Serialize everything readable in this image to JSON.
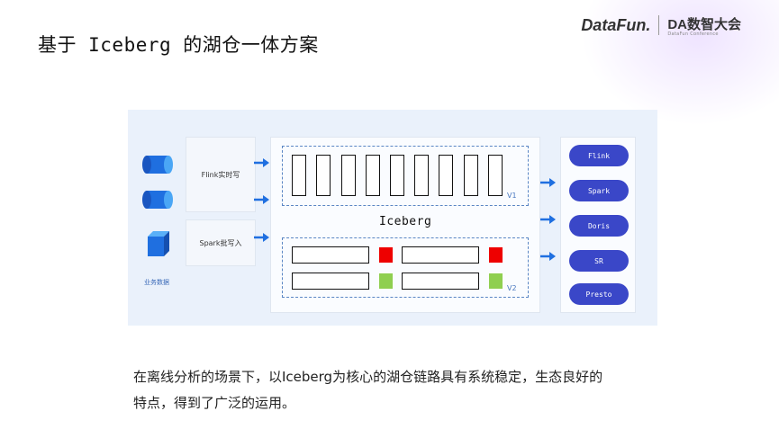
{
  "header": {
    "title": "基于 Iceberg 的湖仓一体方案",
    "brand_datafun": "DataFun.",
    "brand_da": "DA数智大会",
    "brand_da_sub": "DataFun Conference"
  },
  "diagram": {
    "source_label": "业务数据",
    "flink_box": "Flink实时写",
    "spark_box": "Spark批写入",
    "center_title": "Iceberg",
    "v1_label": "V1",
    "v2_label": "V2",
    "engines": [
      "Flink",
      "Spark",
      "Doris",
      "SR",
      "Presto"
    ]
  },
  "caption": {
    "line1": "在离线分析的场景下，以Iceberg为核心的湖仓链路具有系统稳定，生态良好的",
    "line2": "特点，得到了广泛的运用。"
  },
  "colors": {
    "accent_blue": "#1f6fe0",
    "engine_pill": "#3a47c8",
    "red_marker": "#ee0000",
    "green_marker": "#8fcf50"
  }
}
